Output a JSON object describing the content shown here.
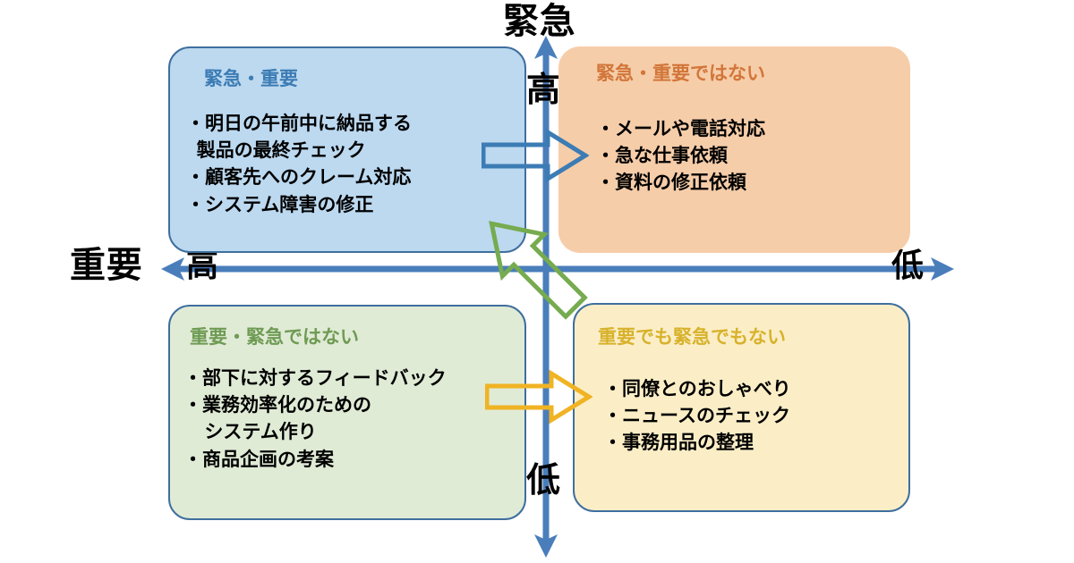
{
  "diagram": {
    "type": "eisenhower-matrix",
    "axes": {
      "vertical": {
        "title": "緊急",
        "top_label": "高",
        "bottom_label": "低",
        "color": "#4a7ebb"
      },
      "horizontal": {
        "title": "重要",
        "left_label": "高",
        "right_label": "低",
        "color": "#4a7ebb"
      }
    },
    "quadrants": [
      {
        "id": "urgent-important",
        "title": "緊急・重要",
        "title_color": "#3c7cb4",
        "fill": "#bcd9f0",
        "border": "#3f6f9e",
        "items": [
          "・明日の午前中に納品する",
          "  製品の最終チェック",
          "・顧客先へのクレーム対応",
          "・システム障害の修正"
        ]
      },
      {
        "id": "urgent-notimportant",
        "title": "緊急・重要ではない",
        "title_color": "#d2763a",
        "fill": "#f6cda9",
        "border": "none",
        "items": [
          "・メールや電話対応",
          "・急な仕事依頼",
          "・資料の修正依頼"
        ]
      },
      {
        "id": "important-noturgent",
        "title": "重要・緊急ではない",
        "title_color": "#6f9b54",
        "fill": "#e0ebd6",
        "border": "#3f6f9e",
        "items": [
          "・部下に対するフィードバック",
          "・業務効率化のための",
          "    システム作り",
          "・商品企画の考案"
        ]
      },
      {
        "id": "neither",
        "title": "重要でも緊急でもない",
        "title_color": "#d8b22c",
        "fill": "#fbeec7",
        "border": "#3f6f9e",
        "items": [
          "・同僚とのおしゃべり",
          "・ニュースのチェック",
          "・事務用品の整理"
        ]
      }
    ],
    "arrows": [
      {
        "id": "blue-q1-to-q2",
        "icon": "block-arrow-right-icon",
        "color": "#3c7cb4",
        "direction": "right",
        "from": "urgent-important",
        "to": "urgent-notimportant"
      },
      {
        "id": "green-q2-to-q3",
        "icon": "block-arrow-diagonal-down-left-icon",
        "color": "#76ab4f",
        "direction": "down-left",
        "from": "urgent-notimportant",
        "to": "important-noturgent"
      },
      {
        "id": "yellow-q3-to-q4",
        "icon": "block-arrow-right-icon",
        "color": "#f0b323",
        "direction": "right",
        "from": "important-noturgent",
        "to": "neither"
      }
    ]
  }
}
